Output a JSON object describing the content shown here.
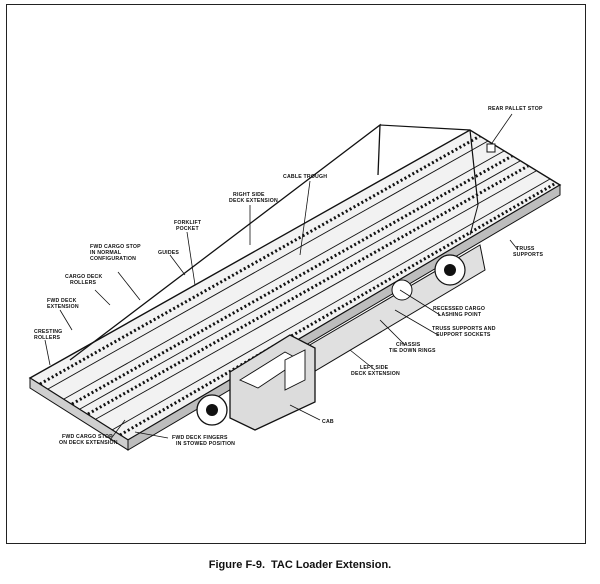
{
  "labels": {
    "rear_pallet_stop": "REAR PALLET STOP",
    "cable_trough": "CABLE TROUGH",
    "right_side_line1": "RIGHT SIDE",
    "right_side_line2": "DECK EXTENSION",
    "forklift_line1": "FORKLIFT",
    "forklift_line2": "POCKET",
    "truss_line1": "TRUSS",
    "truss_line2": "SUPPORTS",
    "fwd_cargo_stop_line1": "FWD CARGO STOP",
    "fwd_cargo_stop_line2": "IN NORMAL",
    "fwd_cargo_stop_line3": "CONFIGURATION",
    "guides": "GUIDES",
    "cargo_deck_line1": "CARGO DECK",
    "cargo_deck_line2": "ROLLERS",
    "fwd_deck_line1": "FWD DECK",
    "fwd_deck_line2": "EXTENSION",
    "cresting_line1": "CRESTING",
    "cresting_line2": "ROLLERS",
    "recessed_line1": "RECESSED CARGO",
    "recessed_line2": "LASHING POINT",
    "truss_sockets_line1": "TRUSS SUPPORTS AND",
    "truss_sockets_line2": "SUPPORT SOCKETS",
    "chassis_line1": "CHASSIS",
    "chassis_line2": "TIE DOWN RINGS",
    "left_side_line1": "LEFT SIDE",
    "left_side_line2": "DECK EXTENSION",
    "fwd_stop_deck_line1": "FWD CARGO STOP",
    "fwd_stop_deck_line2": "ON DECK EXTENSION",
    "fwd_fingers_line1": "FWD DECK FINGERS",
    "fwd_fingers_line2": "IN STOWED POSITION",
    "cab": "CAB"
  },
  "caption": {
    "figure": "Figure F-9.",
    "title": "TAC Loader Extension."
  }
}
